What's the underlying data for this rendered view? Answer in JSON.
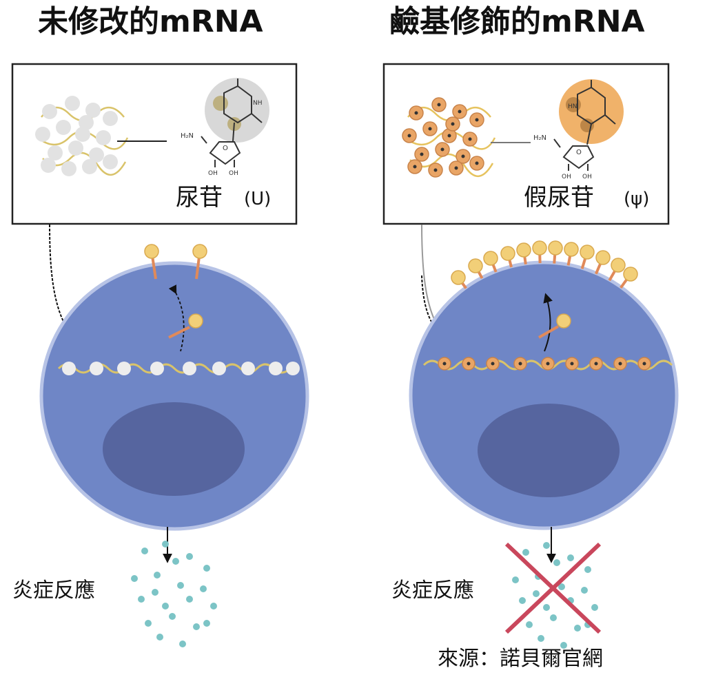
{
  "panels": {
    "left": {
      "title": "未修改的mRNA",
      "nucleoside_name": "尿苷",
      "nucleoside_symbol": "(U)",
      "outcome": "炎症反應"
    },
    "right": {
      "title": "鹼基修飾的mRNA",
      "nucleoside_name": "假尿苷",
      "nucleoside_symbol": "(ψ)",
      "outcome": "炎症反應"
    }
  },
  "structure_labels": {
    "amine_left": "H₂N",
    "amine_right": "H₂N",
    "ring_oxygen": "O",
    "hydroxyl": "OH",
    "imino_left": "NH",
    "imino_right": "HN"
  },
  "source_caption": "來源：諾貝爾官網",
  "colors": {
    "cell": "#6f86c6",
    "cell_border": "#b7c3e6",
    "nucleus": "#56659f",
    "bead_plain": "#e2e2e2",
    "bead_modified": "#e9a566",
    "strand": "#d9c36a",
    "receptor_head": "#f2cf78",
    "receptor_stem": "#e08a5a",
    "cytokine": "#7cc4c6",
    "cross": "#c9475c"
  }
}
